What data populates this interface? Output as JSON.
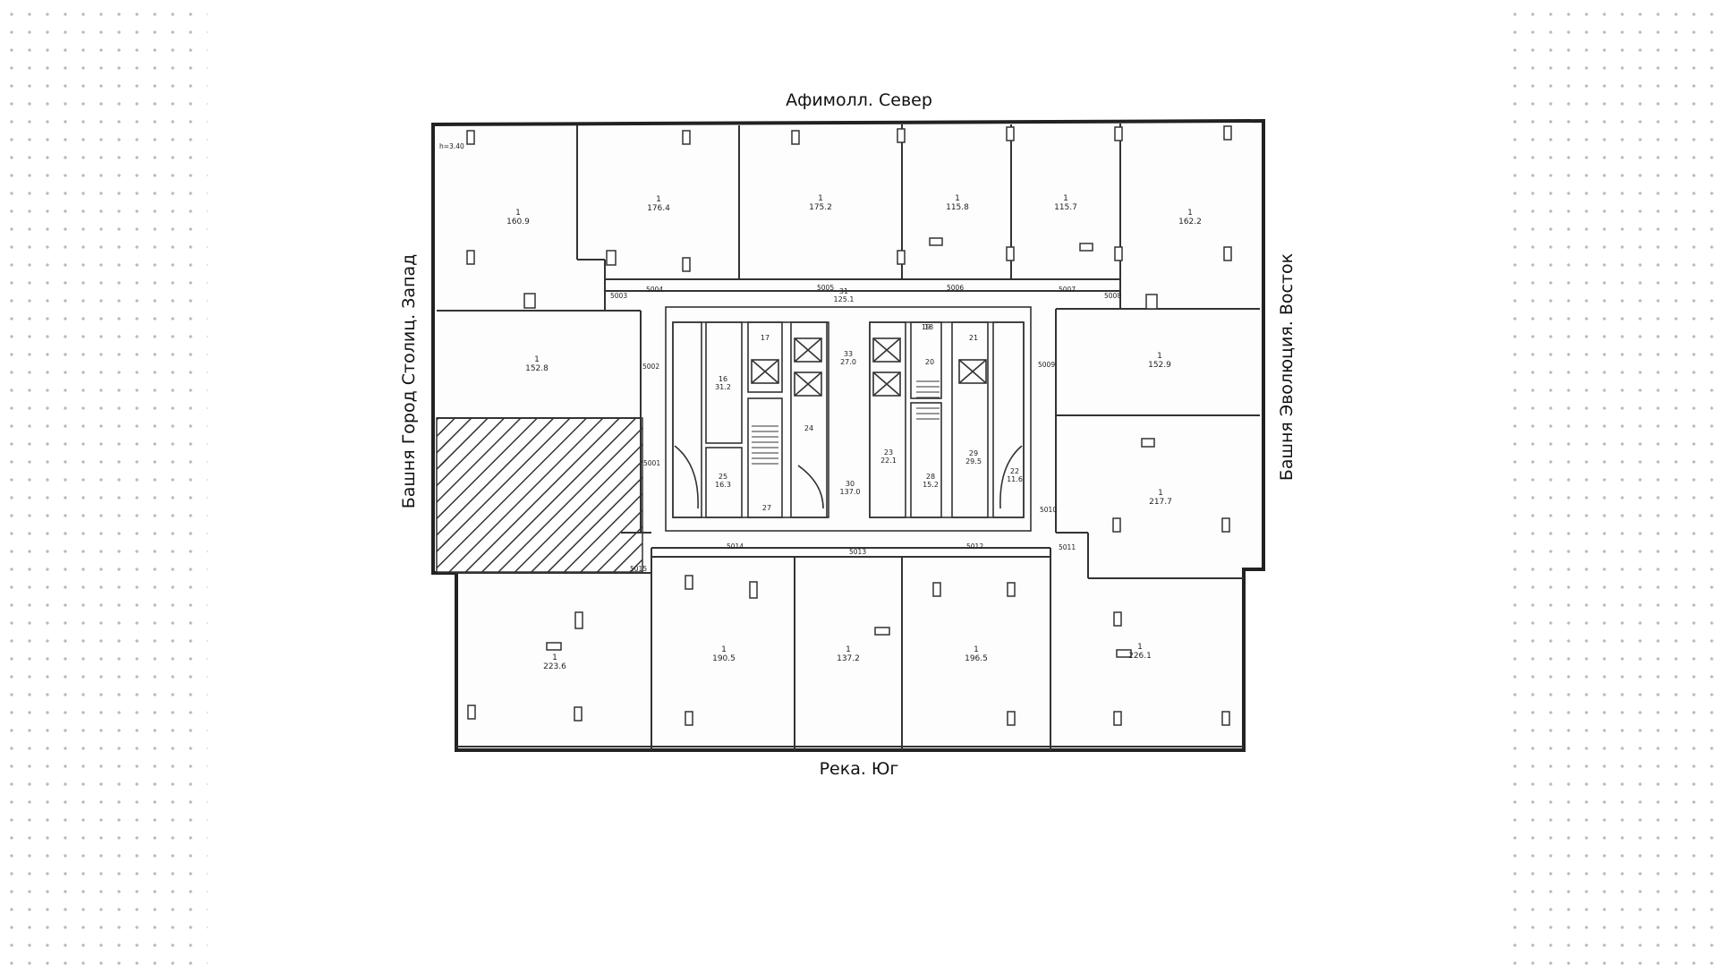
{
  "orientation": {
    "north": "Афимолл. Север",
    "south": "Река. Юг",
    "west": "Башня Город Столиц. Запад",
    "east": "Башня Эволюция. Восток"
  },
  "height_note": "h=3.40",
  "rooms": [
    {
      "number": "1",
      "area": "160.9"
    },
    {
      "number": "1",
      "area": "176.4"
    },
    {
      "number": "1",
      "area": "175.2"
    },
    {
      "number": "1",
      "area": "115.8"
    },
    {
      "number": "1",
      "area": "115.7"
    },
    {
      "number": "1",
      "area": "162.2"
    },
    {
      "number": "1",
      "area": "152.8"
    },
    {
      "number": "1",
      "area": "152.9"
    },
    {
      "number": "1",
      "area": "217.7"
    },
    {
      "number": "1",
      "area": "223.6"
    },
    {
      "number": "1",
      "area": "190.5"
    },
    {
      "number": "1",
      "area": "137.2"
    },
    {
      "number": "1",
      "area": "196.5"
    },
    {
      "number": "1",
      "area": "226.1"
    }
  ],
  "core_rooms": [
    {
      "number": "31",
      "area": "125.1"
    },
    {
      "number": "16",
      "area": "31.2"
    },
    {
      "number": "17",
      "area": ""
    },
    {
      "number": "18",
      "area": ""
    },
    {
      "number": "19",
      "area": ""
    },
    {
      "number": "20",
      "area": ""
    },
    {
      "number": "21",
      "area": ""
    },
    {
      "number": "24",
      "area": ""
    },
    {
      "number": "25",
      "area": "16.3"
    },
    {
      "number": "27",
      "area": ""
    },
    {
      "number": "30",
      "area": "137.0"
    },
    {
      "number": "23",
      "area": "22.1"
    },
    {
      "number": "28",
      "area": "15.2"
    },
    {
      "number": "29",
      "area": "29.5"
    },
    {
      "number": "22",
      "area": "11.6"
    },
    {
      "number": "33",
      "area": "27.0"
    }
  ],
  "door_codes": [
    "5003",
    "5004",
    "5005",
    "5006",
    "5007",
    "5008",
    "5002",
    "5009",
    "5001",
    "5010",
    "5014",
    "5013",
    "5012",
    "5011",
    "5015"
  ]
}
